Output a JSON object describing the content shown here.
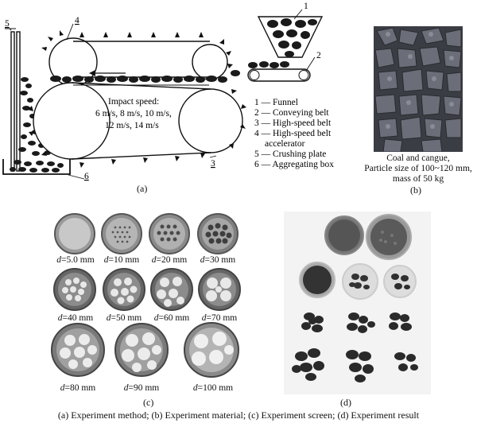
{
  "panel_a": {
    "impact_title": "Impact speed:",
    "impact_line1": "6 m/s, 8 m/s, 10 m/s,",
    "impact_line2": "12 m/s, 14 m/s",
    "callouts": [
      "1",
      "2",
      "3",
      "4",
      "5",
      "6"
    ],
    "legend": [
      "1 — Funnel",
      "2 — Conveying belt",
      "3 — High-speed belt",
      "4 — High-speed belt",
      "accelerator",
      "5 — Crushing plate",
      "6 — Aggregating box"
    ],
    "sublabel": "(a)"
  },
  "panel_b": {
    "caption_line1": "Coal and cangue,",
    "caption_line2": "Particle size of 100~120 mm,",
    "caption_line3": "mass of 50 kg",
    "sublabel": "(b)"
  },
  "panel_c": {
    "d_symbol": "d",
    "screens": [
      "=5.0 mm",
      "=10 mm",
      "=20 mm",
      "=30 mm",
      "=40 mm",
      "=50 mm",
      "=60 mm",
      "=70 mm",
      "=80 mm",
      "=90 mm",
      "=100 mm"
    ],
    "sublabel": "(c)"
  },
  "panel_d": {
    "sublabel": "(d)"
  },
  "caption": "(a) Experiment method; (b) Experiment material; (c) Experiment screen; (d) Experiment result"
}
